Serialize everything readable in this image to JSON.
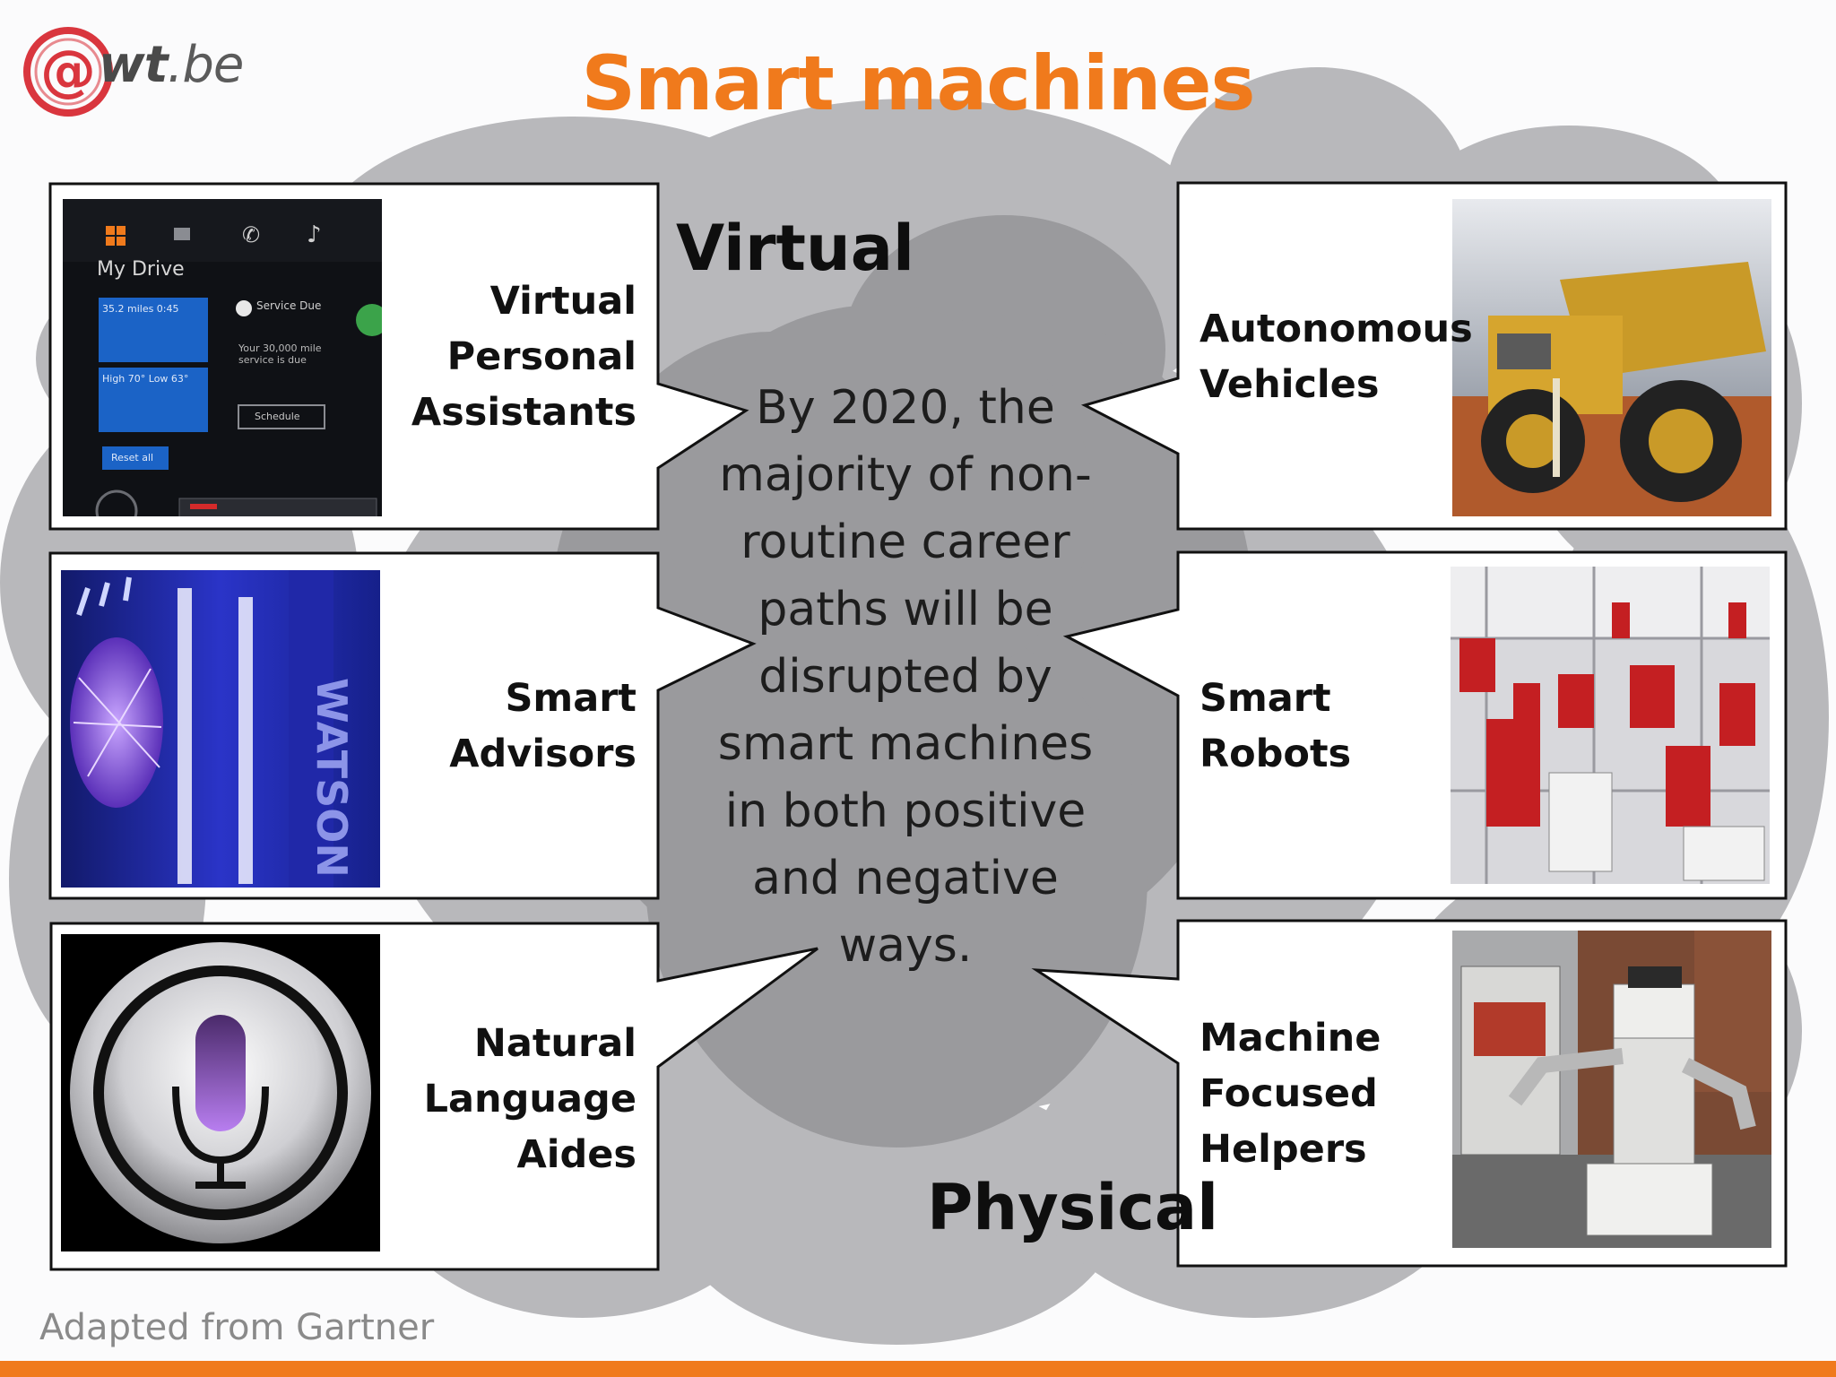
{
  "title": "Smart machines",
  "logo": {
    "mark": "@",
    "brand": "wt",
    "suffix": ".be"
  },
  "section_top": "Virtual",
  "section_bottom": "Physical",
  "center_text": "By 2020, the majority of non-routine career paths will be disrupted by smart machines in both positive and negative ways.",
  "callouts": {
    "vpa": {
      "lines": [
        "Virtual",
        "Personal",
        "Assistants"
      ],
      "image": "car-dashboard-image"
    },
    "advisors": {
      "lines": [
        "Smart",
        "Advisors"
      ],
      "image": "watson-computer-image"
    },
    "nla": {
      "lines": [
        "Natural",
        "Language",
        "Aides"
      ],
      "image": "siri-microphone-image"
    },
    "vehicles": {
      "lines": [
        "Autonomous",
        "Vehicles"
      ],
      "image": "mining-truck-image"
    },
    "robots": {
      "lines": [
        "Smart",
        "Robots"
      ],
      "image": "factory-robots-image"
    },
    "helpers": {
      "lines": [
        "Machine",
        "Focused",
        "Helpers"
      ],
      "image": "home-robot-image"
    }
  },
  "dashboard": {
    "title": "My Drive",
    "tile1": "35.2 miles 0:45",
    "tile2": "High 70° Low 63°",
    "notice_title": "Service Due",
    "notice_body": "Your 30,000 mile service is due",
    "button": "Schedule",
    "reset": "Reset all"
  },
  "watson_text": "WATSON",
  "footer": "Adapted from Gartner",
  "colors": {
    "accent": "#f07a1c",
    "cloud_light": "#b9b9bc",
    "cloud_dark": "#999a9d"
  }
}
